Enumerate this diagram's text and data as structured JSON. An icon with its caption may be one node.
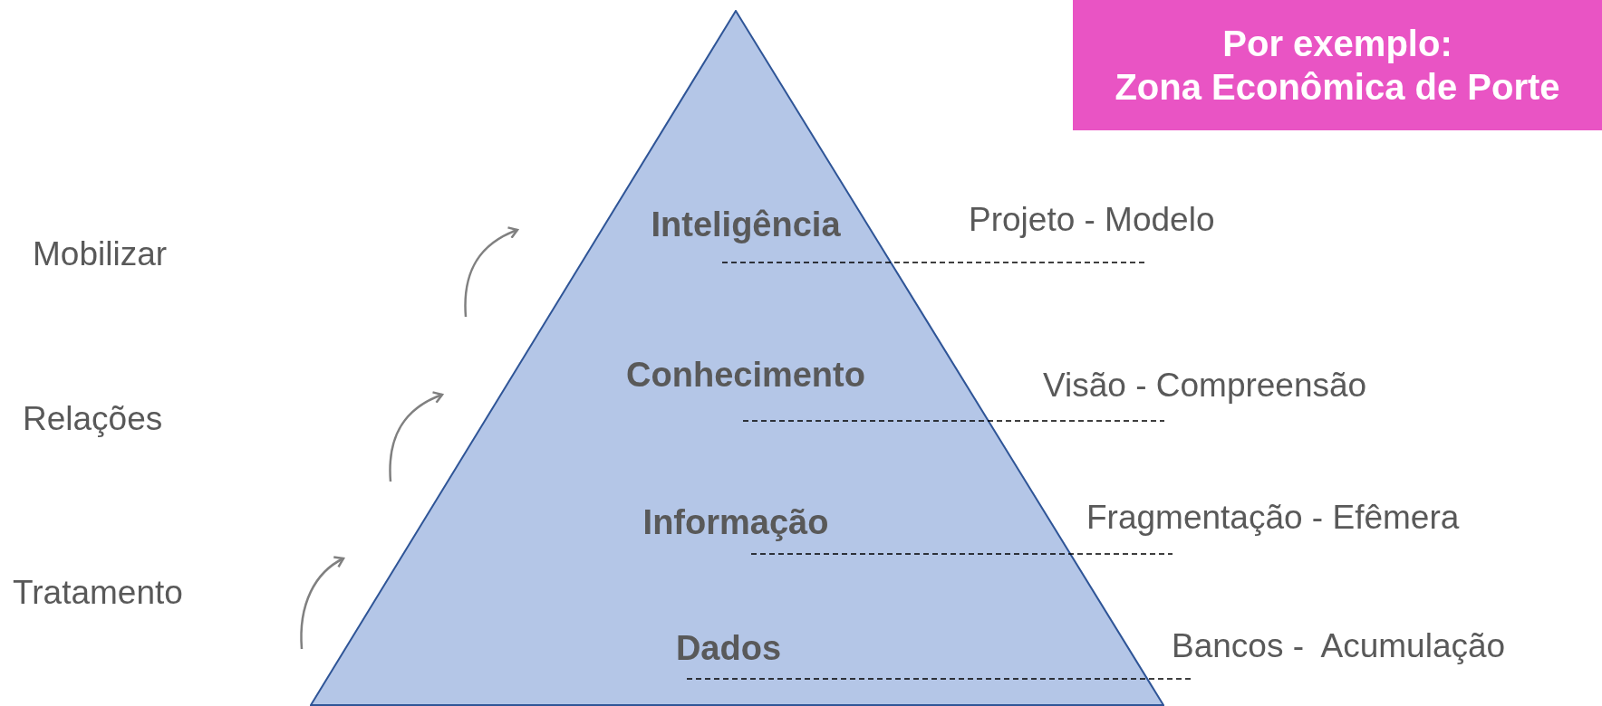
{
  "diagram": {
    "nodes": [
      {
        "text": [
          "Inteligência",
          "Conhecimento",
          "Informação",
          "Dados"
        ]
      },
      {
        "text": [
          "Por exemplo:",
          "Zona Econômica de Porte"
        ]
      }
    ],
    "labels": [
      "Mobilizar",
      "Projeto - Modelo",
      "Relações",
      "Visão - Compreensão",
      "Fragmentação - Efêmera",
      "Tratamento",
      "Bancos -  Acumulação"
    ]
  }
}
